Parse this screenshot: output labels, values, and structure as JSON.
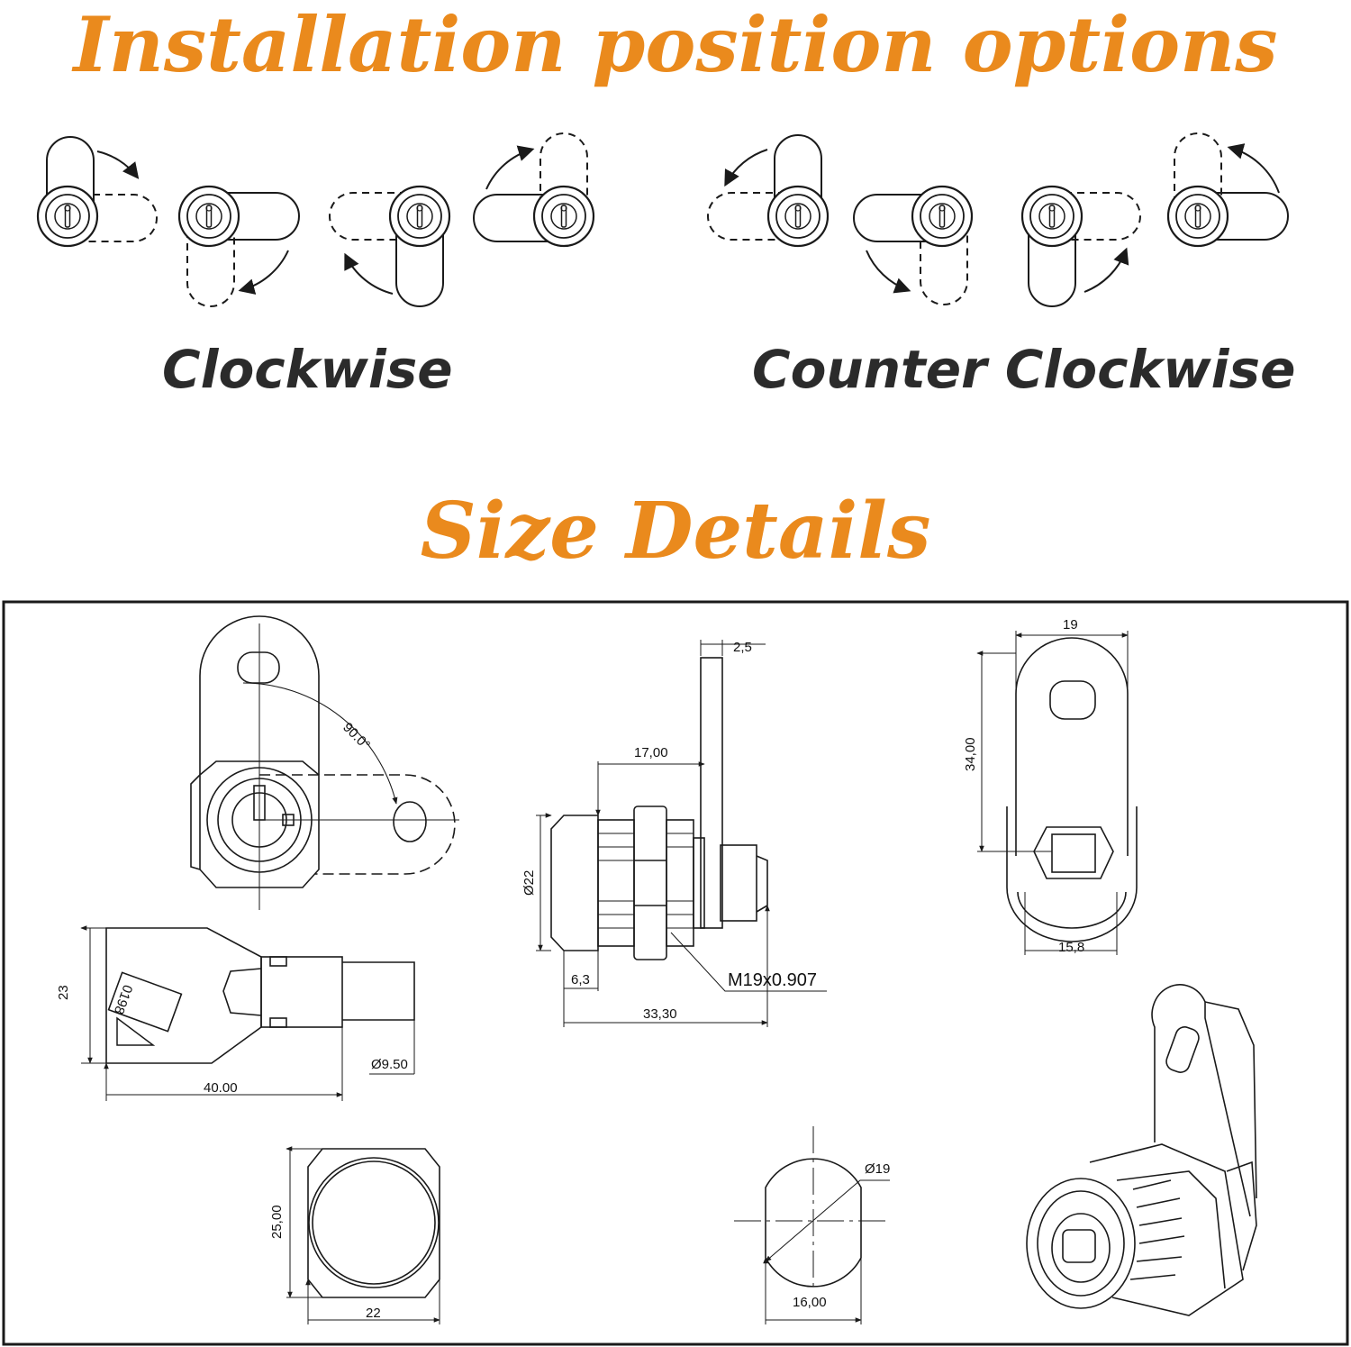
{
  "headings": {
    "installation": "Installation position options",
    "size": "Size Details"
  },
  "captions": {
    "clockwise": "Clockwise",
    "counter_clockwise": "Counter Clockwise"
  },
  "colors": {
    "accent": "#ea8a1d",
    "caption": "#2b2b2b",
    "line": "#1a1a1a"
  },
  "dimensions": {
    "angle": "90.0°",
    "key_height": "23",
    "key_length": "40.00",
    "key_dia": "Ø9.50",
    "key_code": "0198",
    "plate_thickness": "2,5",
    "body_to_cam": "17,00",
    "thread_dia": "Ø22",
    "flange": "6,3",
    "overall_length": "33,30",
    "thread": "M19x0.907",
    "cam_width": "19",
    "cam_length": "34,00",
    "nut_width": "15,8",
    "hex_height": "25,00",
    "hex_width": "22",
    "cutout_dia": "Ø19",
    "cutout_flat": "16,00"
  }
}
